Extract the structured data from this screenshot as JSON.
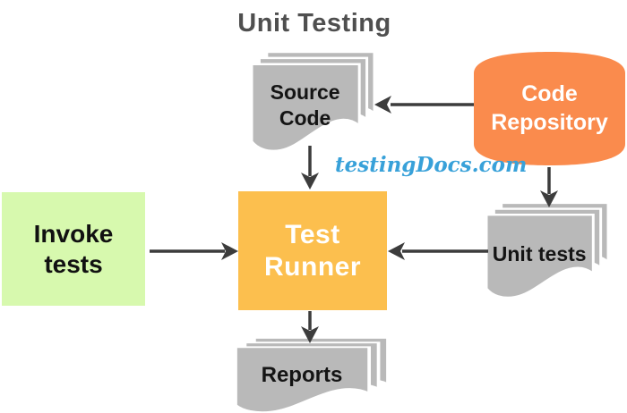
{
  "title": "Unit Testing",
  "watermark": "testingDocs.com",
  "colors": {
    "repository_orange": "#fa8b4d",
    "runner_orange": "#fcbf4e",
    "invoke_green": "#d7f9ae",
    "document_gray": "#b9b9b9",
    "arrow_gray": "#3c3c3c",
    "title_gray": "#4f4f4f",
    "watermark_blue": "#38a1d9"
  },
  "nodes": {
    "source_code": {
      "label": "Source Code",
      "shape": "document-stack",
      "fill": "#b9b9b9"
    },
    "code_repository": {
      "label": "Code Repository",
      "shape": "cylinder",
      "fill": "#fa8b4d"
    },
    "invoke_tests": {
      "label": "Invoke tests",
      "shape": "rectangle",
      "fill": "#d7f9ae"
    },
    "test_runner": {
      "label": "Test Runner",
      "shape": "rectangle",
      "fill": "#fcbf4e"
    },
    "unit_tests": {
      "label": "Unit tests",
      "shape": "document-stack",
      "fill": "#b9b9b9"
    },
    "reports": {
      "label": "Reports",
      "shape": "document-stack",
      "fill": "#b9b9b9"
    }
  },
  "edges": [
    {
      "from": "code_repository",
      "to": "source_code"
    },
    {
      "from": "source_code",
      "to": "test_runner"
    },
    {
      "from": "code_repository",
      "to": "unit_tests"
    },
    {
      "from": "invoke_tests",
      "to": "test_runner"
    },
    {
      "from": "unit_tests",
      "to": "test_runner"
    },
    {
      "from": "test_runner",
      "to": "reports"
    }
  ]
}
